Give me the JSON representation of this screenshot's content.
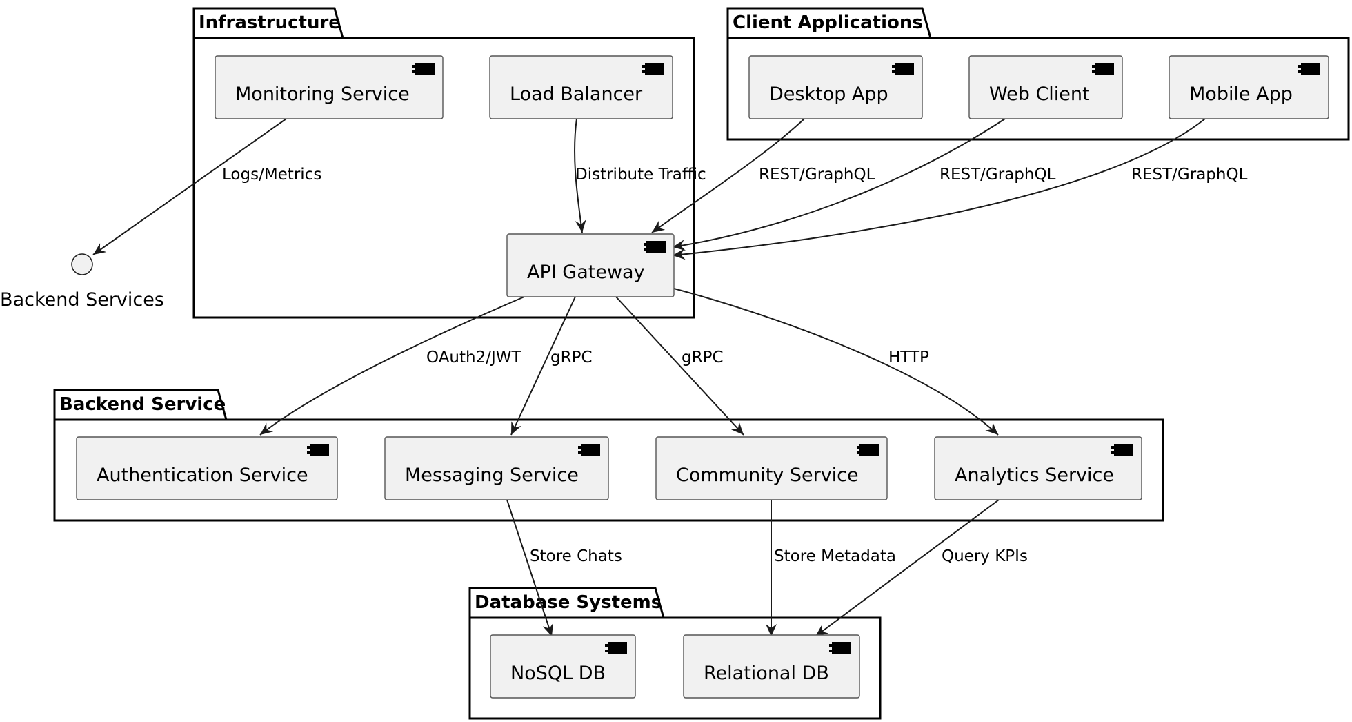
{
  "packages": {
    "infrastructure": "Infrastructure",
    "client_applications": "Client Applications",
    "backend_service": "Backend Service",
    "database_systems": "Database Systems"
  },
  "components": {
    "monitoring_service": "Monitoring Service",
    "load_balancer": "Load Balancer",
    "api_gateway": "API Gateway",
    "desktop_app": "Desktop App",
    "web_client": "Web Client",
    "mobile_app": "Mobile App",
    "authentication_service": "Authentication Service",
    "messaging_service": "Messaging Service",
    "community_service": "Community Service",
    "analytics_service": "Analytics Service",
    "nosql_db": "NoSQL DB",
    "relational_db": "Relational DB"
  },
  "interfaces": {
    "backend_services": "Backend Services"
  },
  "edges": {
    "monitoring_to_backend": "Logs/Metrics",
    "lb_to_gateway": "Distribute Traffic",
    "desktop_to_gateway": "REST/GraphQL",
    "web_to_gateway": "REST/GraphQL",
    "mobile_to_gateway": "REST/GraphQL",
    "gateway_to_auth": "OAuth2/JWT",
    "gateway_to_messaging": "gRPC",
    "gateway_to_community": "gRPC",
    "gateway_to_analytics": "HTTP",
    "messaging_to_nosql": "Store Chats",
    "community_to_relational": "Store Metadata",
    "analytics_to_relational": "Query KPIs"
  }
}
